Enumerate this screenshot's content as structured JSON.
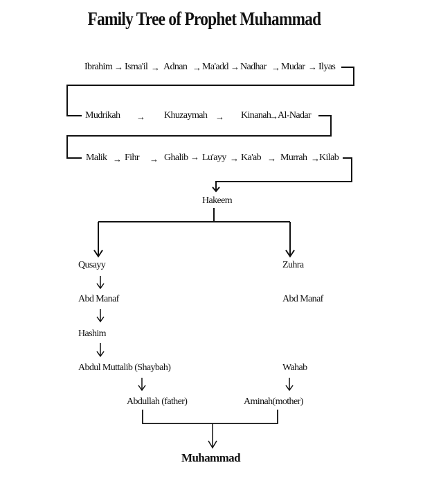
{
  "title": "Family Tree of Prophet Muhammad",
  "arrow_glyph": "→",
  "row1": [
    "Ibrahim",
    "Isma'il",
    "Adnan",
    "Ma'add",
    "Nadhar",
    "Mudar",
    "Ilyas"
  ],
  "row2": [
    "Mudrikah",
    "Khuzaymah",
    "Kinanah",
    "Al-Nadar"
  ],
  "row3": [
    "Malik",
    "Fihr",
    "Ghalib",
    "Lu'ayy",
    "Ka'ab",
    "Murrah",
    "Kilab"
  ],
  "hakeem": "Hakeem",
  "left_branch": [
    "Qusayy",
    "Abd Manaf",
    "Hashim",
    "Abdul Muttalib (Shaybah)",
    "Abdullah (father)"
  ],
  "right_branch": [
    "Zuhra",
    "Abd Manaf",
    "Wahab",
    "Aminah(mother)"
  ],
  "final": "Muhammad"
}
